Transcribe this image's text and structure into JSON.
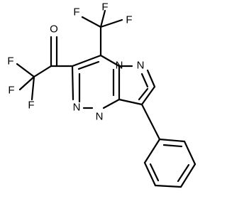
{
  "molecule": {
    "atoms": {
      "F": "F",
      "O": "O",
      "N": "N"
    }
  }
}
